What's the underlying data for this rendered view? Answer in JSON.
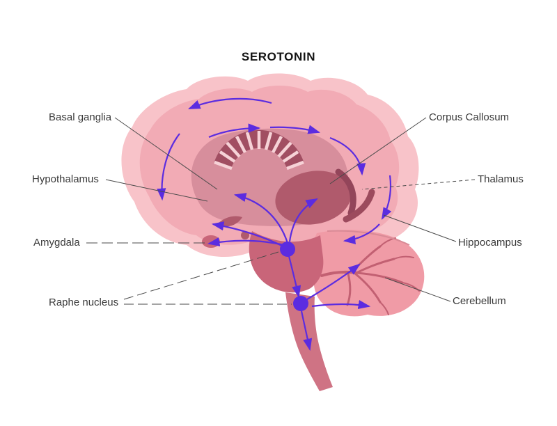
{
  "title": "SEROTONIN",
  "diagram": {
    "subject": "Serotonin pathway in the human brain (sagittal view)",
    "labels": {
      "basal_ganglia": "Basal ganglia",
      "hypothalamus": "Hypothalamus",
      "amygdala": "Amygdala",
      "raphe_nucleus": "Raphe nucleus",
      "corpus_callosum": "Corpus Callosum",
      "thalamus": "Thalamus",
      "hippocampus": "Hippocampus",
      "cerebellum": "Cerebellum"
    },
    "colors": {
      "pathway_arrows": "#5b2ce0",
      "raphe_dots": "#5b2ce0",
      "cortex_outer": "#f8c3c9",
      "cortex_inner": "#f2abb5",
      "inner_brain": "#d78e9c",
      "deep_structures": "#b05a6c",
      "corpus_callosum_band": "#a14e62",
      "brainstem": "#c96579",
      "cerebellum": "#f09ba6",
      "label_line": "#4a4a4a",
      "background": "#ffffff"
    }
  }
}
